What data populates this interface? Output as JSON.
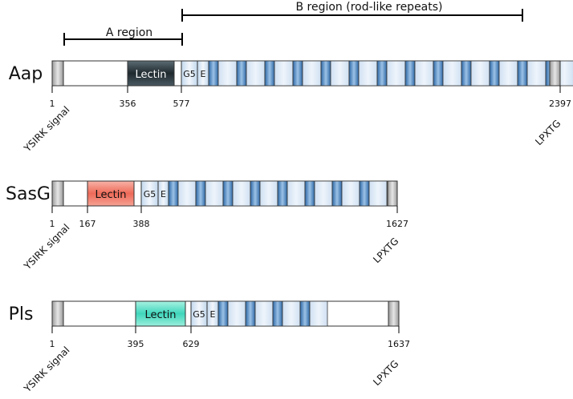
{
  "regions": {
    "a_label": "A region",
    "b_label": "B region (rod-like repeats)"
  },
  "proteins": [
    {
      "name": "Aap",
      "ticks": [
        "1",
        "356",
        "577",
        "2397"
      ],
      "lectin_label": "Lectin",
      "lectin_color": "#2d3a40",
      "lectin_text_color": "#ffffff",
      "g5_label": "G5",
      "e_label": "E",
      "repeat_count": 14,
      "ysirk_label": "YSIRK signal",
      "lpxtg_label": "LPXTG"
    },
    {
      "name": "SasG",
      "ticks": [
        "1",
        "167",
        "388",
        "1627"
      ],
      "lectin_label": "Lectin",
      "lectin_color": "#f08070",
      "lectin_text_color": "#111111",
      "g5_label": "G5",
      "e_label": "E",
      "repeat_count": 8,
      "ysirk_label": "YSIRK signal",
      "lpxtg_label": "LPXTG"
    },
    {
      "name": "Pls",
      "ticks": [
        "1",
        "395",
        "629",
        "1637"
      ],
      "lectin_label": "Lectin",
      "lectin_color": "#5ee0c8",
      "lectin_text_color": "#111111",
      "g5_label": "G5",
      "e_label": "E",
      "repeat_count": 4,
      "ysirk_label": "YSIRK signal",
      "lpxtg_label": "LPXTG"
    }
  ],
  "colors": {
    "repeat_light": "#dce9f6",
    "repeat_dark": "#3f7fbf",
    "signal_gray": "#cfcfcf"
  }
}
